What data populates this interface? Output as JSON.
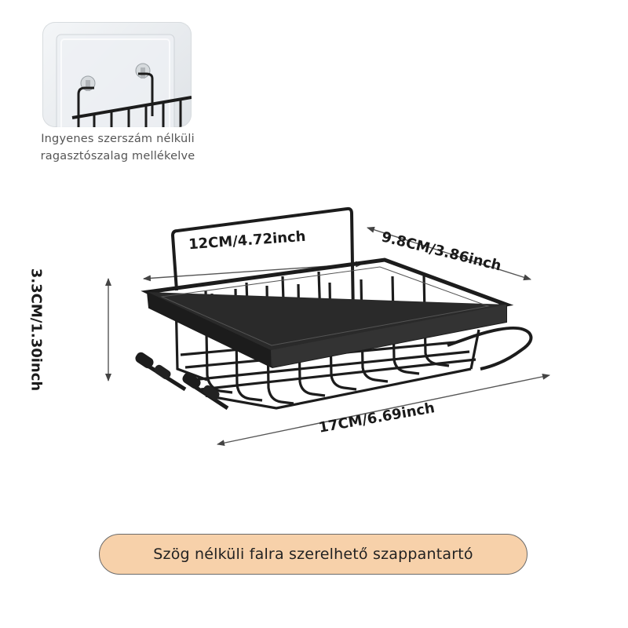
{
  "inset": {
    "caption_line1": "Ingyenes szerszám nélküli",
    "caption_line2": "ragasztószalag mellékelve"
  },
  "dimensions": {
    "width": "12CM/4.72inch",
    "depth": "9.8CM/3.86inch",
    "height": "3.3CM/1.30inch",
    "length": "17CM/6.69inch"
  },
  "banner": {
    "label": "Szög nélküli falra szerelhető szappantartó"
  },
  "colors": {
    "banner_fill": "#f7d1aa",
    "product": "#1c1c1c",
    "caption_text": "#555555"
  }
}
